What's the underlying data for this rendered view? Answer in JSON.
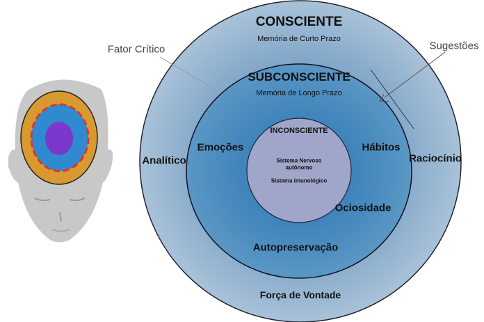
{
  "diagram": {
    "outer": {
      "title": "CONSCIENTE",
      "subtitle": "Memória de Curto Prazo",
      "left": "Analítico",
      "right": "Raciocínio",
      "bottom": "Força de Vontade"
    },
    "middle": {
      "title": "SUBCONSCIENTE",
      "subtitle": "Memória de Longo Prazo",
      "items": [
        "Emoções",
        "Hábitos",
        "Ociosidade",
        "Autopreservação"
      ]
    },
    "inner": {
      "title": "INCONSCIENTE",
      "line1": "Sistema Nervoso",
      "line2": "autônomo",
      "line3": "Sistema imunológico"
    },
    "callouts": {
      "critical_factor": "Fator Crítico",
      "suggestions": "Sugestões"
    },
    "colors": {
      "outer": "#93b3cf",
      "middle": "#4d8fc0",
      "inner": "#9fa6c9",
      "head": "#c8c8c8",
      "head_outer": "#d89a30",
      "head_middle": "#2f8ad0",
      "head_inner": "#7a38cc",
      "dash": "#e8302a"
    }
  }
}
